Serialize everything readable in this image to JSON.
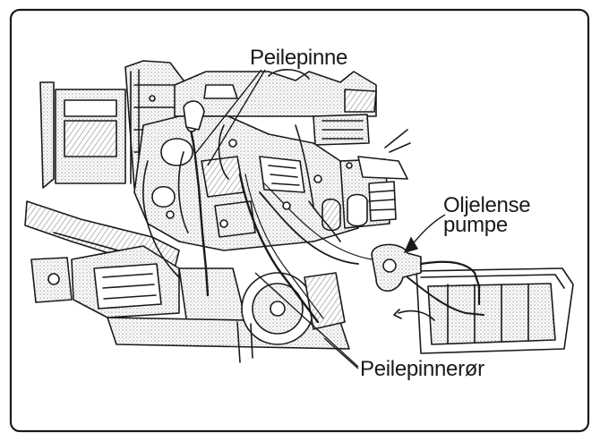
{
  "labels": {
    "dipstick": "Peilepinne",
    "oil_pump_line1": "Oljelense",
    "oil_pump_line2": "pumpe",
    "dipstick_tube": "Peilepinnerør"
  },
  "colors": {
    "ink": "#1a1a1a",
    "frame": "#1a1a1a",
    "paper": "#ffffff",
    "shade": "#d8d8d8"
  }
}
